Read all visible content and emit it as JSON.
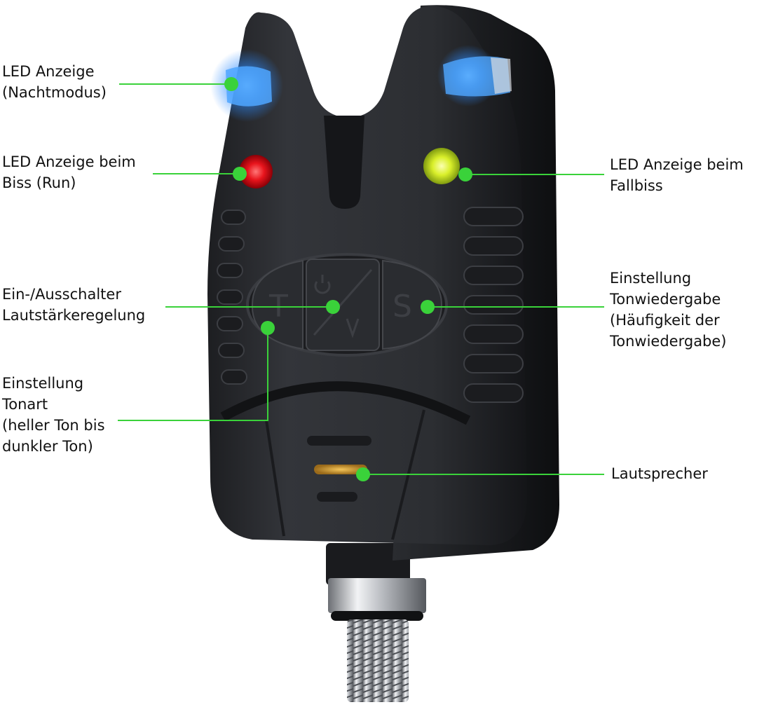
{
  "colors": {
    "callout": "#3ad23a",
    "body": "#2b2d31",
    "body_dark": "#17181b",
    "led_blue": "#4fa6ff",
    "led_red": "#e8141c",
    "led_yellow": "#d9ef2a"
  },
  "labels": {
    "led_night": "LED Anzeige\n(Nachtmodus)",
    "led_bite": "LED Anzeige beim\nBiss (Run)",
    "power_volume": "Ein-/Ausschalter\nLautstärkeregelung",
    "tone_setting": "Einstellung\nTonart\n(heller Ton bis\ndunkler Ton)",
    "led_dropback": "LED Anzeige beim\nFallbiss",
    "sound_setting": "Einstellung\nTonwiedergabe\n(Häufigkeit der\nTonwiedergabe)",
    "speaker": "Lautsprecher"
  },
  "buttons": {
    "tone": "T",
    "sensitivity": "S"
  }
}
